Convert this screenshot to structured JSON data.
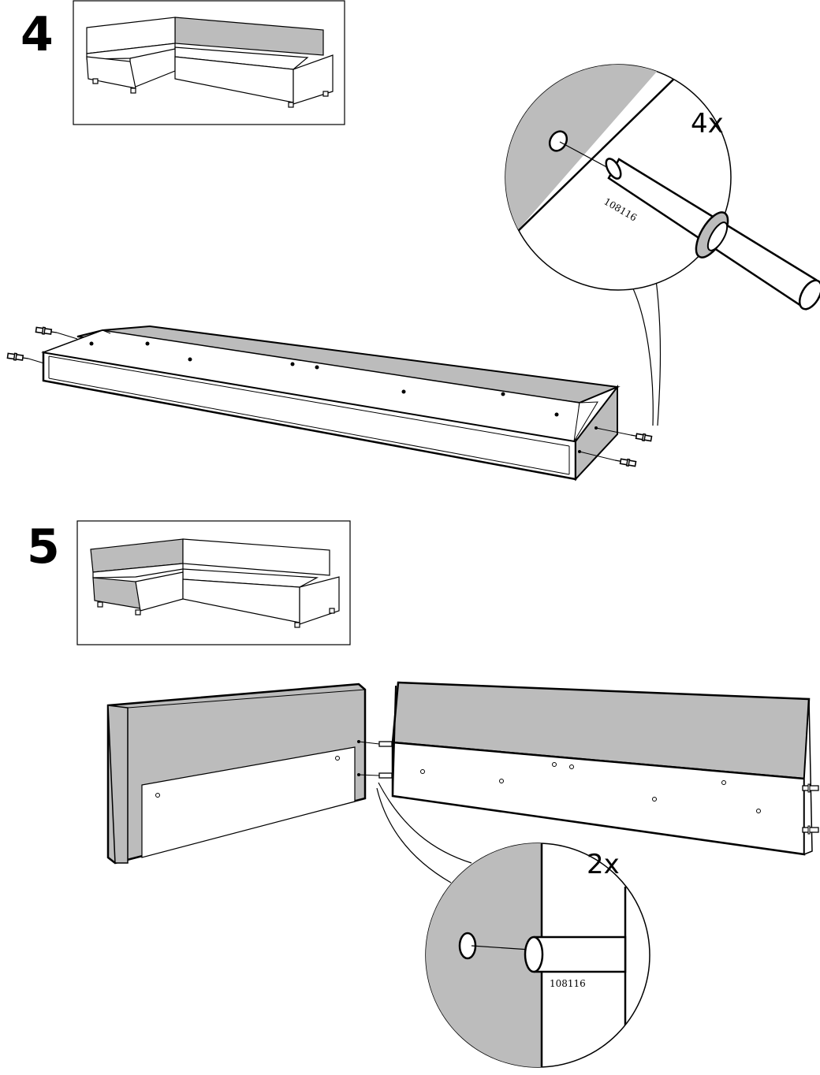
{
  "steps": [
    {
      "number": "4",
      "detail": {
        "quantity": "4x",
        "part_number": "108116"
      }
    },
    {
      "number": "5",
      "detail": {
        "quantity": "2x",
        "part_number": "108116"
      }
    }
  ],
  "colors": {
    "panel_gray": "#bcbcbc",
    "line": "#000000",
    "background": "#ffffff"
  },
  "icons": [
    "dowel-icon",
    "sofa-overview-icon"
  ]
}
